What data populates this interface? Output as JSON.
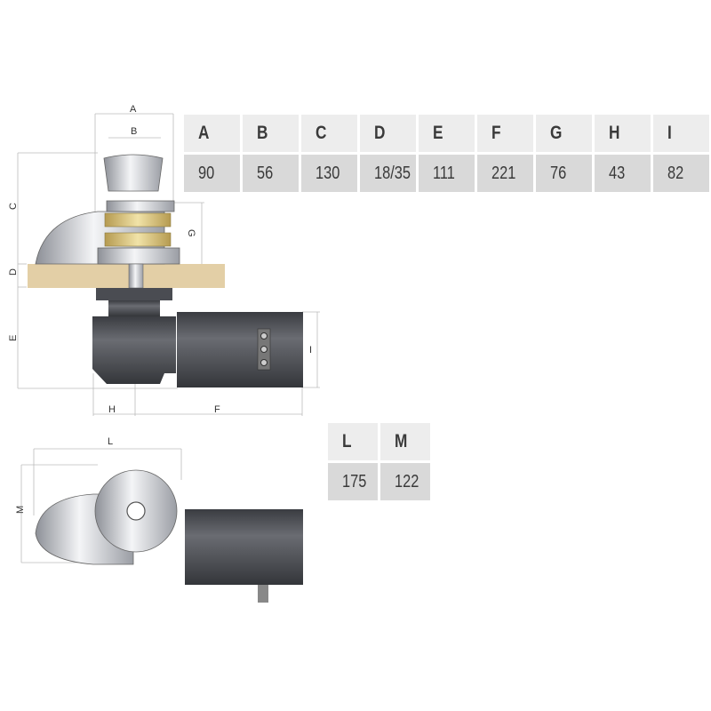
{
  "dimensions_table": {
    "headers": [
      "A",
      "B",
      "C",
      "D",
      "E",
      "F",
      "G",
      "H",
      "I"
    ],
    "values": [
      "90",
      "56",
      "130",
      "18/35",
      "111",
      "221",
      "76",
      "43",
      "82"
    ]
  },
  "top_view_table": {
    "headers": [
      "L",
      "M"
    ],
    "values": [
      "175",
      "122"
    ]
  },
  "labels": {
    "A": "A",
    "B": "B",
    "C": "C",
    "D": "D",
    "E": "E",
    "F": "F",
    "G": "G",
    "H": "H",
    "I": "I",
    "L": "L",
    "M": "M"
  },
  "colors": {
    "header_bg": "#ededed",
    "value_bg": "#d9d9d9",
    "deck": "#e3cfa6",
    "motor": "#4a4c52"
  }
}
